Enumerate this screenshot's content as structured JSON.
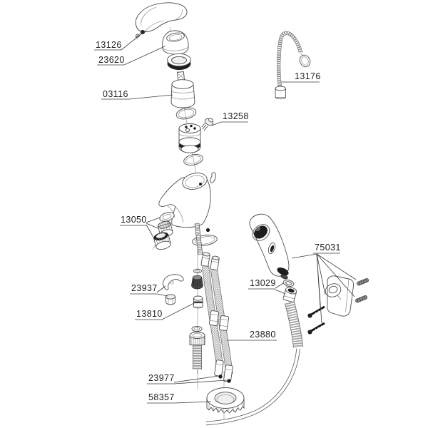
{
  "diagram": {
    "kind": "exploded-parts-diagram",
    "depicted_product": "single-lever basin mixer with hand shower, chain and mounting hardware",
    "background_color": "#ffffff",
    "line_color": "#4c4c4c",
    "label_color": "#1f1f1f",
    "accent_dark": "#1e1e1e",
    "parts": [
      {
        "number": "13126",
        "depicts": "handle fixing screw"
      },
      {
        "number": "23620",
        "depicts": "handle dome cap"
      },
      {
        "number": "03116",
        "depicts": "ceramic cartridge"
      },
      {
        "number": "13258",
        "depicts": "plug screw"
      },
      {
        "number": "13176",
        "depicts": "chain with stopper plug"
      },
      {
        "number": "13050",
        "depicts": "aerator / mousseur set"
      },
      {
        "number": "23937",
        "depicts": "crescent washer and nut"
      },
      {
        "number": "13810",
        "depicts": "spacer bushing"
      },
      {
        "number": "13029",
        "depicts": "hose washer and coupling"
      },
      {
        "number": "75031",
        "depicts": "hand-shower holder set with screws and anchors"
      },
      {
        "number": "23880",
        "depicts": "flexible connection hoses"
      },
      {
        "number": "23977",
        "depicts": "fixing screws"
      },
      {
        "number": "58357",
        "depicts": "castellated mounting nut"
      }
    ]
  }
}
